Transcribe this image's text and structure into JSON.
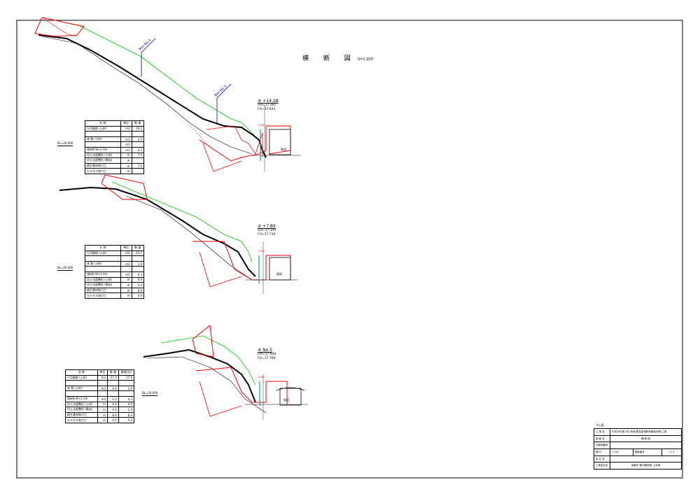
{
  "drawing": {
    "title": "横 断 図",
    "scale": "S=1:200"
  },
  "sections": [
    {
      "name": "④ +14.28",
      "gh": "GH=17.161",
      "fh": "FH=17.641",
      "bl": "BL=20.000",
      "table": {
        "headers": [
          "名 称",
          "単位",
          "数 量"
        ],
        "rows": [
          [
            "斤切掘削 (土砂)",
            "m3",
            "29.2"
          ],
          [
            "",
            "",
            ""
          ],
          [
            "床 掘 (土砂)",
            "m3",
            "2.0"
          ],
          [
            "",
            "m3",
            ""
          ],
          [
            "埋戻B W<1.0m",
            "m3",
            "0.5"
          ],
          [
            "切土法面整形 (土砂)",
            "m",
            "7.0"
          ],
          [
            "切土法面整形 (軟岩)",
            "m",
            ""
          ],
          [
            "植生基材吹付工",
            "m",
            "7.0"
          ],
          [
            "モルタル吹付工",
            "m",
            ""
          ]
        ]
      }
    },
    {
      "name": "④ +7.89",
      "gh": "GH=17.144",
      "fh": "FH=17.730",
      "bl": "BL=20.000",
      "table": {
        "headers": [
          "名 称",
          "単位",
          "数 量"
        ],
        "rows": [
          [
            "斤切掘削 (土砂)",
            "m3",
            "25.2"
          ],
          [
            "",
            "",
            ""
          ],
          [
            "床 掘 (土砂)",
            "m3",
            "1.9"
          ],
          [
            "",
            "",
            ""
          ],
          [
            "埋戻B W<1.0m",
            "m3",
            "0.3"
          ],
          [
            "切土法面整形 (土砂)",
            "m",
            "9.9"
          ],
          [
            "切土法面整形 (軟岩)",
            "m",
            "0.0"
          ],
          [
            "植生基材吹付工",
            "m",
            "8.8"
          ],
          [
            "モルタル吹付工",
            "m",
            "0.0"
          ]
        ]
      }
    },
    {
      "name": "④ No.5",
      "gh": "GH=17.648",
      "fh": "FH=17.766",
      "bl": "BL=20.000",
      "table": {
        "headers": [
          "名 称",
          "単位",
          "数 量",
          "数量(計)"
        ],
        "rows": [
          [
            "斤切掘削 (土砂)",
            "m3",
            "27.4",
            "27.9"
          ],
          [
            "",
            "",
            "",
            ""
          ],
          [
            "床 掘 (土砂)",
            "m3",
            "0.4",
            "1.9"
          ],
          [
            "",
            "",
            "",
            ""
          ],
          [
            "埋戻B W<1.0m",
            "m3",
            "0.2",
            "0.3"
          ],
          [
            "切土法面整形 (土砂)",
            "m",
            "8.4",
            "9.9"
          ],
          [
            "切土法面整形 (軟岩)",
            "m",
            "1.0",
            "1.0"
          ],
          [
            "植生基材吹付工",
            "m",
            "8.4",
            "8.4"
          ],
          [
            "モルタル吹付工",
            "m",
            "0.0",
            "0.0"
          ]
        ]
      }
    }
  ],
  "labels": {
    "boring_a": "Bor No.4",
    "boring_b": "Bor No.3",
    "existing_a": "既設",
    "existing_b": "既設",
    "existing_c": "既設",
    "dim_a": "1.000",
    "dim_b": "1.000",
    "dim_c": "1.000"
  },
  "title_block": {
    "header": "A上段",
    "rows": [
      [
        "工 事 名",
        "平成26年度 河川改良(緊急急傾斜地崩壊対策)工事"
      ],
      [
        "図 面 名",
        "横 断 図"
      ],
      [
        "内部図番号",
        ""
      ],
      [
        "縮 尺",
        "1:200",
        "図面番号",
        "3 / 4"
      ],
      [
        "会 社 名",
        ""
      ],
      [
        "工事会社名",
        "函館市 都市建設部 土木課"
      ]
    ]
  },
  "colors": {
    "ground": "#000000",
    "excavation": "#ff0000",
    "planned": "#00cc00",
    "boring": "#0000cc",
    "water": "#00aaaa"
  }
}
